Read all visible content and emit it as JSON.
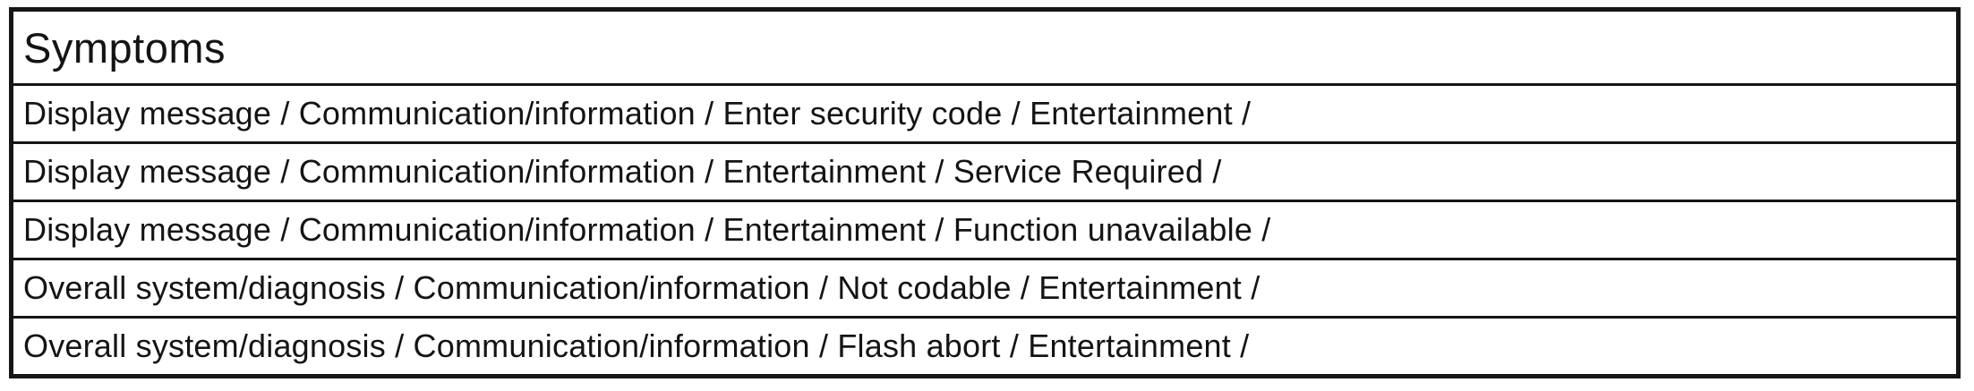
{
  "table": {
    "header": "Symptoms",
    "rows": [
      "Display message / Communication/information / Enter security code / Entertainment /",
      "Display message / Communication/information / Entertainment / Service Required /",
      "Display message / Communication/information / Entertainment / Function unavailable /",
      "Overall system/diagnosis / Communication/information / Not codable / Entertainment /",
      "Overall system/diagnosis / Communication/information / Flash abort / Entertainment /"
    ]
  }
}
